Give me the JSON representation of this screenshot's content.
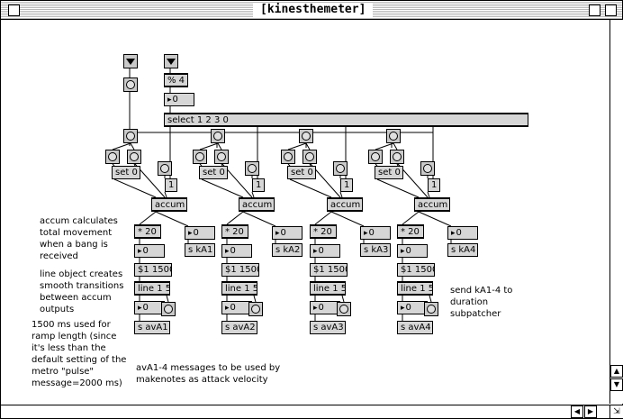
{
  "window": {
    "title": "[kinesthemeter]"
  },
  "top": {
    "percent": "% 4",
    "num": "0",
    "select": "select 1 2 3 0"
  },
  "channels": [
    {
      "set": "set 0",
      "one": "1",
      "accum": "accum",
      "mul": "* 20",
      "numA": "0",
      "numB": "0",
      "sendK": "s kA1",
      "msg": "$1 1500",
      "line": "line 1 5",
      "numC": "0",
      "sendAv": "s avA1"
    },
    {
      "set": "set 0",
      "one": "1",
      "accum": "accum",
      "mul": "* 20",
      "numA": "0",
      "numB": "0",
      "sendK": "s kA2",
      "msg": "$1 1500",
      "line": "line 1 5",
      "numC": "0",
      "sendAv": "s avA2"
    },
    {
      "set": "set 0",
      "one": "1",
      "accum": "accum",
      "mul": "* 20",
      "numA": "0",
      "numB": "0",
      "sendK": "s kA3",
      "msg": "$1 1500",
      "line": "line 1 5",
      "numC": "0",
      "sendAv": "s avA3"
    },
    {
      "set": "set 0",
      "one": "1",
      "accum": "accum",
      "mul": "* 20",
      "numA": "0",
      "numB": "0",
      "sendK": "s kA4",
      "msg": "$1 1500",
      "line": "line 1 5",
      "numC": "0",
      "sendAv": "s avA4"
    }
  ],
  "comments": {
    "accum": "accum calculates\ntotal movement\nwhen a bang is\nreceived",
    "line": "line object creates\nsmooth transitions\nbetween accum\noutputs",
    "ms": "1500 ms used for\nramp length (since\nit's less than the\ndefault setting of the\nmetro \"pulse\"\nmessage=2000 ms)",
    "av": "avA1-4 messages to be used by\nmakenotes as attack velocity",
    "send": "send kA1-4 to\nduration\nsubpatcher"
  },
  "icons": {
    "close": "close-box-icon",
    "zoom": "zoom-box-icon",
    "collapse": "collapse-box-icon"
  }
}
